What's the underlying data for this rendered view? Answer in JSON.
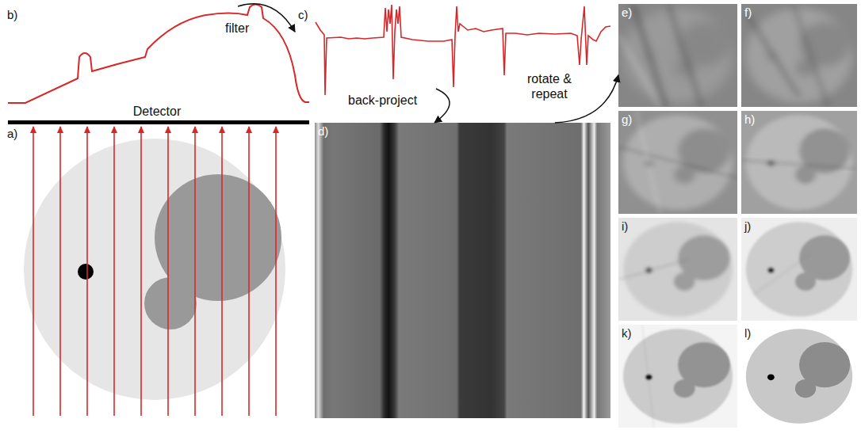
{
  "diagram": {
    "nodes": [
      {
        "text": [
          "b)"
        ]
      },
      {
        "text": [
          "c)"
        ]
      },
      {
        "text": [
          "e)"
        ]
      },
      {
        "text": [
          "f)"
        ]
      },
      {
        "text": [
          "a)"
        ]
      },
      {
        "text": [
          "d)"
        ]
      },
      {
        "text": [
          "g)"
        ]
      },
      {
        "text": [
          "h)"
        ]
      },
      {
        "text": [
          "i)"
        ]
      },
      {
        "text": [
          "j)"
        ]
      },
      {
        "text": [
          "k)"
        ]
      },
      {
        "text": [
          "l)"
        ]
      }
    ],
    "edges": [
      {
        "from": 0,
        "to": 1,
        "label": "filter",
        "arrow": "to"
      },
      {
        "from": 1,
        "to": 5,
        "label": "back-project",
        "arrow": "to"
      },
      {
        "from": 5,
        "to": 2,
        "label": "rotate & repeat",
        "arrow": "to"
      }
    ],
    "labels": [
      "Detector"
    ]
  }
}
